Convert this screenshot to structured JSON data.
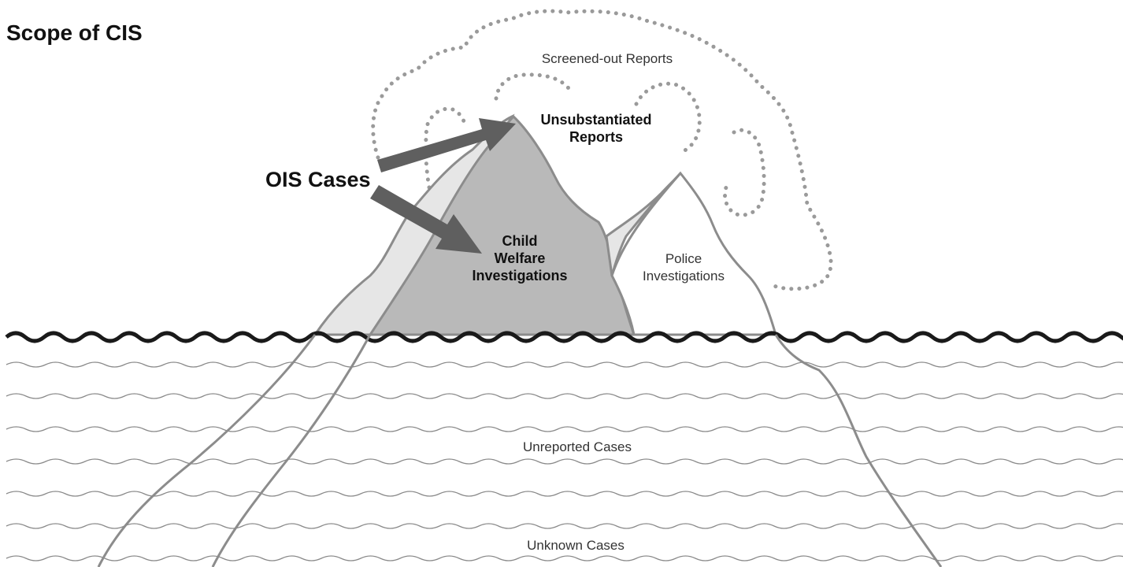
{
  "title": "Scope of CIS",
  "labels": {
    "ois_cases": "OIS Cases",
    "screened_out": "Screened-out Reports",
    "unsubstantiated_line1": "Unsubstantiated",
    "unsubstantiated_line2": "Reports",
    "child_welfare_line1": "Child",
    "child_welfare_line2": "Welfare",
    "child_welfare_line3": "Investigations",
    "police_line1": "Police",
    "police_line2": "Investigations",
    "unreported": "Unreported Cases",
    "unknown": "Unknown Cases"
  },
  "colors": {
    "iceberg_dark": "#b9b9b9",
    "iceberg_light": "#e6e6e6",
    "outline": "#8c8c8c",
    "arrow": "#5f5f5f",
    "dots": "#9a9a9a",
    "waterline": "#1a1a1a",
    "waves": "#8a8a8a"
  }
}
